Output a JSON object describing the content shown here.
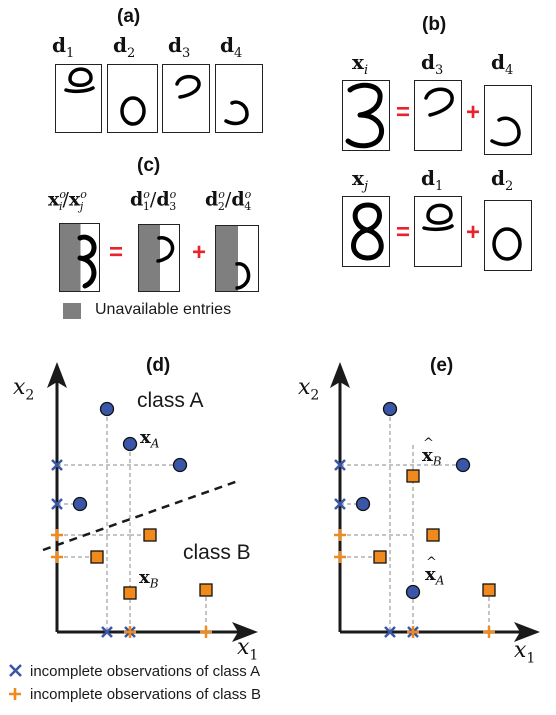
{
  "panels": {
    "a": {
      "label": "(a)",
      "sub": [
        {
          "base": "d",
          "idx": "1"
        },
        {
          "base": "d",
          "idx": "2"
        },
        {
          "base": "d",
          "idx": "3"
        },
        {
          "base": "d",
          "idx": "4"
        }
      ]
    },
    "b": {
      "label": "(b)",
      "row1": [
        {
          "base": "x",
          "idx": "i"
        },
        {
          "base": "d",
          "idx": "3"
        },
        {
          "base": "d",
          "idx": "4"
        }
      ],
      "row2": [
        {
          "base": "x",
          "idx": "j"
        },
        {
          "base": "d",
          "idx": "1"
        },
        {
          "base": "d",
          "idx": "2"
        }
      ],
      "equals": "=",
      "plus": "+"
    },
    "c": {
      "label": "(c)",
      "headers": [
        {
          "a_base": "x",
          "a_sup": "o",
          "a_sub": "i",
          "b_base": "x",
          "b_sup": "o",
          "b_sub": "j"
        },
        {
          "a_base": "d",
          "a_sup": "o",
          "a_sub": "1",
          "b_base": "d",
          "b_sup": "o",
          "b_sub": "3"
        },
        {
          "a_base": "d",
          "a_sup": "o",
          "a_sub": "2",
          "b_base": "d",
          "b_sup": "o",
          "b_sub": "4"
        }
      ],
      "equals": "=",
      "plus": "+",
      "legend": "Unavailable entries"
    },
    "d": {
      "label": "(d)",
      "class_a": "class A",
      "class_b": "class B",
      "xA": {
        "base": "x",
        "sub": "A"
      },
      "xB": {
        "base": "x",
        "sub": "B"
      }
    },
    "e": {
      "label": "(e)",
      "xA_hat": {
        "base": "x",
        "sub": "A"
      },
      "xB_hat": {
        "base": "x",
        "sub": "B"
      }
    },
    "axes": {
      "x_base": "x",
      "x_sub": "1",
      "y_base": "x",
      "y_sub": "2"
    }
  },
  "legend": {
    "class_a_text": "incomplete observations of class A",
    "class_b_text": "incomplete observations of class B"
  },
  "colors": {
    "class_a_fill": "#3a57a7",
    "class_b_fill": "#f08a1c",
    "cross_a": "#3a57a7",
    "cross_b": "#f08a1c",
    "operator": "#e8232b",
    "unavailable": "#7f7f7f"
  }
}
